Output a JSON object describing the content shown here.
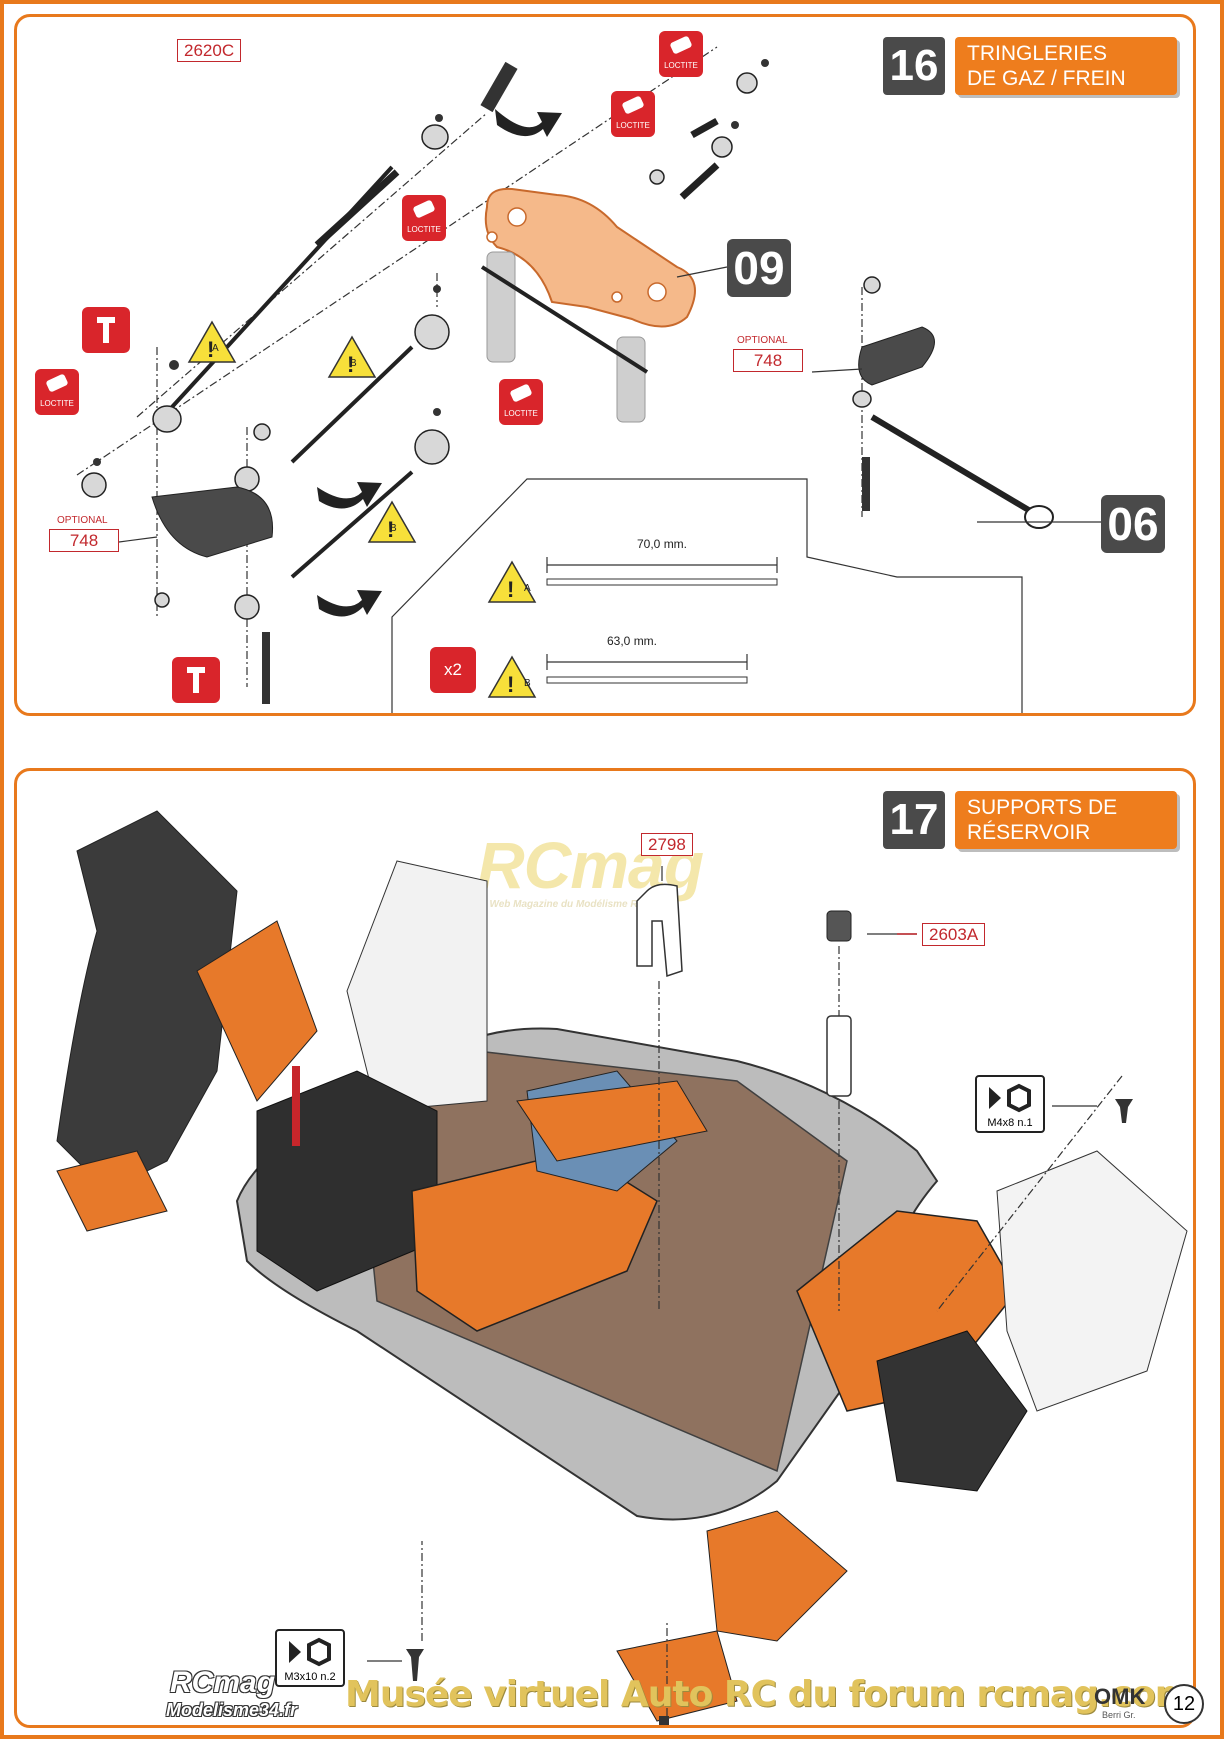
{
  "step16": {
    "number": "16",
    "title_line1": "TRINGLERIES",
    "title_line2": "DE GAZ / FREIN",
    "part_code_top": "2620C",
    "optional_label": "OPTIONAL",
    "optional_code": "748",
    "callout_09": "09",
    "callout_06": "06",
    "loctite_label": "LOCTITE",
    "warning_a": "A",
    "warning_b": "B",
    "dim_a": "70,0 mm.",
    "dim_b": "63,0 mm.",
    "qty": "x2"
  },
  "step17": {
    "number": "17",
    "title_line1": "SUPPORTS DE",
    "title_line2": "RÉSERVOIR",
    "part_2798": "2798",
    "part_2603a": "2603A",
    "screw_m4": "M4x8 n.1",
    "screw_m3": "M3x10 n.2"
  },
  "watermark": {
    "logo": "RCmag",
    "tagline": "Le Web Magazine du Modélisme RC"
  },
  "footer": {
    "logo_top": "RCmag",
    "logo_bottom": "Modelisme34.fr",
    "museum_text": "Musée virtuel Auto RC du forum rcmag.com",
    "brand": "OMK",
    "brand_sub": "Berri Gr.",
    "page_number": "12"
  },
  "colors": {
    "accent_orange": "#ee7d1d",
    "frame_orange": "#e8791c",
    "part_red": "#c2282d",
    "dark_gray": "#4a4a4a"
  }
}
